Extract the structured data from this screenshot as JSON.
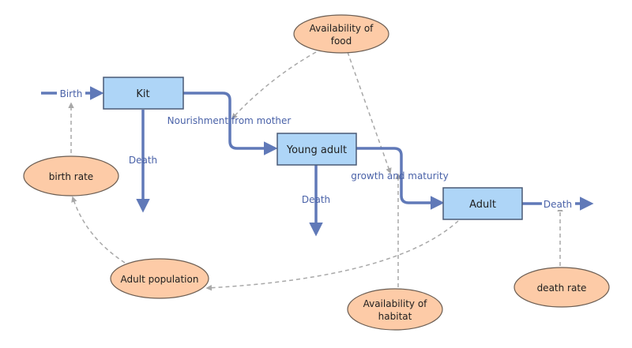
{
  "colors": {
    "stock_fill": "#aed5f7",
    "stock_stroke": "#4a5a76",
    "aux_fill": "#fdcba7",
    "aux_stroke": "#6b5d52",
    "flow": "#6079b8",
    "link": "#a8a8a8"
  },
  "stocks": {
    "kit": "Kit",
    "young_adult": "Young adult",
    "adult": "Adult"
  },
  "auxiliaries": {
    "food_line1": "Availability of",
    "food_line2": "food",
    "birth_rate": "birth rate",
    "adult_population": "Adult population",
    "habitat_line1": "Availability of",
    "habitat_line2": "habitat",
    "death_rate": "death rate"
  },
  "flows": {
    "birth": "Birth",
    "kit_death": "Death",
    "nourishment": "Nourishment from mother",
    "young_death": "Death",
    "growth": "growth and maturity",
    "adult_death": "Death"
  }
}
